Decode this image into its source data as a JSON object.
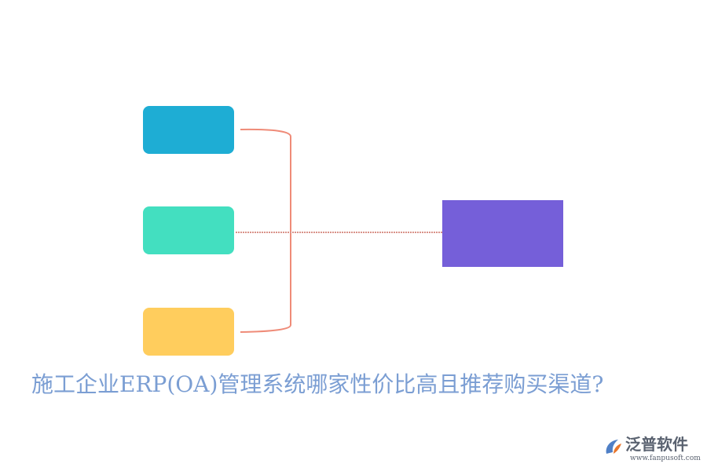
{
  "diagram": {
    "caption": "施工企业ERP(OA)管理系统哪家性价比高且推荐购买渠道?",
    "colors": {
      "node_blue": "#1eadd4",
      "node_teal": "#43dfc0",
      "node_yellow": "#ffcd5d",
      "node_purple": "#755fd9",
      "bracket_line": "#ef8b78",
      "dotted_line": "#d9938a",
      "caption_text": "#7b9ed3"
    }
  },
  "watermark": {
    "name": "泛普软件",
    "url": "www.fanpusoft.com",
    "logo_icon": "fanpu-logo-icon",
    "colors": {
      "name": "#5a6270",
      "url": "#5a6270",
      "logo_primary": "#4f7fc6",
      "logo_secondary": "#e8762d"
    }
  }
}
